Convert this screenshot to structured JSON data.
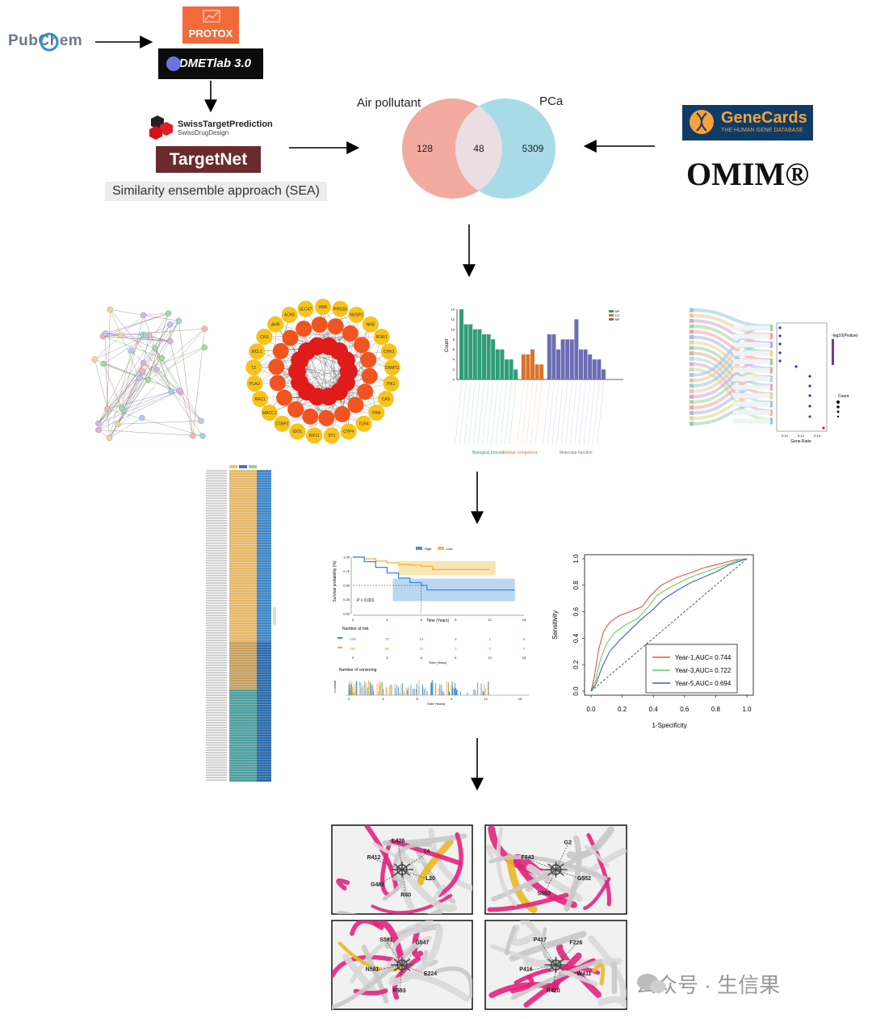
{
  "sources": {
    "pubchem": "PubChem",
    "protox": "PROTOX",
    "admetlab": "ADMETlab 3.0",
    "swiss_title": "SwissTargetPrediction",
    "swiss_sub": "SwissDrugDesign",
    "targetnet": "TargetNet",
    "sea": "Similarity ensemble approach (SEA)",
    "genecards": "GeneCards",
    "genecards_sub": "THE HUMAN GENE DATABASE",
    "omim": "OMIM®"
  },
  "venn": {
    "left_label": "Air pollutant",
    "right_label": "PCa",
    "left_only": "128",
    "overlap": "48",
    "right_only": "5309",
    "colors": {
      "left": "#f2aaa0",
      "right": "#a8dbe8"
    }
  },
  "network2_labels": [
    "HMF",
    "PRSS3",
    "NUSP1",
    "NHS",
    "ROR1",
    "CHK2",
    "DNMT1",
    "PIK1",
    "CAS",
    "PRA",
    "TLR4",
    "CYP4",
    "ST1",
    "KIF11",
    "IDO1",
    "CTBP2",
    "MACC1",
    "RAC1",
    "PLAU",
    "TZ",
    "MCL1",
    "CRS",
    "AHR",
    "ACK5",
    "SLC47"
  ],
  "go_bar": {
    "categories": [
      "Biological process",
      "Cellular component",
      "Molecular function"
    ],
    "ylabel": "Count",
    "yticks": [
      "0",
      "2",
      "4",
      "6",
      "8",
      "10",
      "12",
      "14"
    ],
    "ylim": [
      0,
      14
    ],
    "legend": [
      "BP",
      "CC",
      "MF"
    ],
    "colors": [
      "#2e9e77",
      "#d9742a",
      "#6c6db5"
    ]
  },
  "sankey": {
    "legend_title": "-log10(Pvalue)",
    "count_title": "Count",
    "xlabel": "Gene.Ratio",
    "xticks": [
      "0.10",
      "0.12",
      "0.14"
    ]
  },
  "km": {
    "legend": [
      "High",
      "Low"
    ],
    "ylabel": "Survival probability (%)",
    "xlabel": "Time (Years)",
    "pvalue": "P < 0.001",
    "xticks": [
      "0",
      "3",
      "6",
      "9",
      "12",
      "15"
    ],
    "yticks": [
      "0.00",
      "0.25",
      "0.50",
      "0.75",
      "1.00"
    ],
    "risk_title": "Number at risk",
    "risk_high": [
      "249",
      "70",
      "13",
      "6",
      "1",
      "0"
    ],
    "risk_low": [
      "251",
      "86",
      "16",
      "3",
      "0",
      "0"
    ],
    "censor_title": "Number of censoring",
    "censor_ylabel": "n.censor"
  },
  "chart_data": {
    "type": "line",
    "title": "",
    "xlabel": "1-Specificity",
    "ylabel": "Sensitivity",
    "xlim": [
      0,
      1
    ],
    "ylim": [
      0,
      1
    ],
    "xticks": [
      "0.0",
      "0.2",
      "0.4",
      "0.6",
      "0.8",
      "1.0"
    ],
    "yticks": [
      "0.0",
      "0.2",
      "0.4",
      "0.6",
      "0.8",
      "1.0"
    ],
    "series": [
      {
        "name": "Year-1,AUC= 0.744",
        "color": "#e0554a",
        "x": [
          0,
          0.02,
          0.05,
          0.08,
          0.12,
          0.18,
          0.25,
          0.33,
          0.38,
          0.45,
          0.55,
          0.63,
          0.72,
          0.82,
          0.92,
          1.0
        ],
        "y": [
          0,
          0.1,
          0.32,
          0.45,
          0.52,
          0.57,
          0.6,
          0.64,
          0.72,
          0.8,
          0.86,
          0.89,
          0.93,
          0.96,
          0.99,
          1.0
        ]
      },
      {
        "name": "Year-3,AUC= 0.722",
        "color": "#5fd35a",
        "x": [
          0,
          0.03,
          0.06,
          0.1,
          0.15,
          0.22,
          0.3,
          0.37,
          0.42,
          0.5,
          0.6,
          0.68,
          0.78,
          0.88,
          0.95,
          1.0
        ],
        "y": [
          0,
          0.08,
          0.24,
          0.36,
          0.44,
          0.5,
          0.55,
          0.64,
          0.72,
          0.78,
          0.84,
          0.88,
          0.92,
          0.96,
          0.99,
          1.0
        ]
      },
      {
        "name": "Year-5,AUC= 0.694",
        "color": "#3a5fd6",
        "x": [
          0,
          0.03,
          0.07,
          0.12,
          0.18,
          0.25,
          0.32,
          0.4,
          0.46,
          0.55,
          0.64,
          0.72,
          0.8,
          0.88,
          0.95,
          1.0
        ],
        "y": [
          0,
          0.05,
          0.18,
          0.3,
          0.38,
          0.46,
          0.54,
          0.62,
          0.69,
          0.76,
          0.82,
          0.86,
          0.9,
          0.95,
          0.98,
          1.0
        ]
      }
    ],
    "legend": "bottom-right",
    "reference_line": true
  },
  "docking": {
    "panel1": [
      "L20",
      "R40",
      "G482",
      "R412",
      "L426",
      "T4"
    ],
    "panel2": [
      "G552",
      "S553",
      "F643",
      "G2"
    ],
    "panel3": [
      "E224",
      "F593",
      "N591",
      "S591",
      "G547"
    ],
    "panel4": [
      "W411",
      "R420",
      "P416",
      "P417",
      "F226"
    ]
  },
  "watermark": "公众号 · 生信果"
}
